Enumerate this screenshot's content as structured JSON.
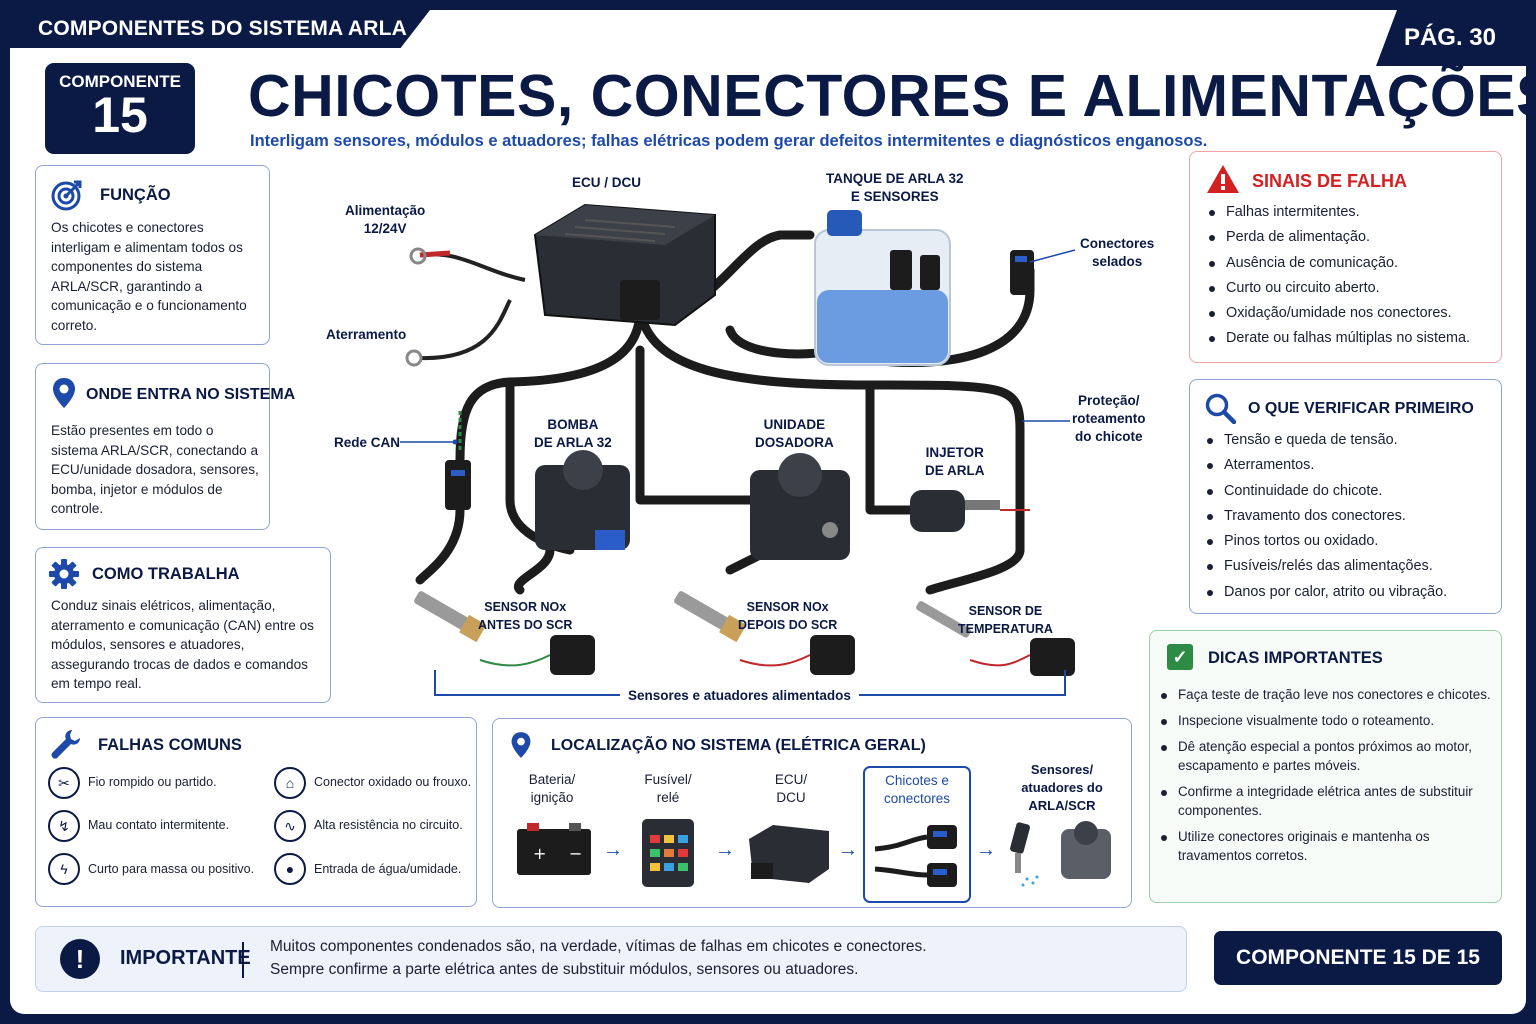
{
  "header": {
    "section_tab": "COMPONENTES DO SISTEMA ARLA",
    "page_tab": "PÁG. 30",
    "component_label": "COMPONENTE",
    "component_number": "15",
    "title": "CHICOTES, CONECTORES E ALIMENTAÇÕES",
    "subtitle": "Interligam sensores, módulos e atuadores; falhas elétricas podem gerar defeitos intermitentes e diagnósticos enganosos."
  },
  "funcao": {
    "title": "FUNÇÃO",
    "text": "Os chicotes e conectores interligam e alimentam todos os componentes do sistema ARLA/SCR, garantindo a comunicação e o funcionamento correto."
  },
  "onde": {
    "title": "ONDE ENTRA NO SISTEMA",
    "text": "Estão presentes em todo o sistema ARLA/SCR, conectando a ECU/unidade dosadora, sensores, bomba, injetor e módulos de controle."
  },
  "como": {
    "title": "COMO TRABALHA",
    "text": "Conduz sinais elétricos, alimentação, aterramento e comunicação (CAN) entre os módulos, sensores e atuadores, assegurando trocas de dados e comandos em tempo real."
  },
  "diagram": {
    "labels": {
      "alimentacao": "Alimentação\n12/24V",
      "ecu": "ECU / DCU",
      "tanque": "TANQUE DE ARLA 32\nE SENSORES",
      "conectores": "Conectores\nselados",
      "aterramento": "Aterramento",
      "protecao": "Proteção/\nroteamento\ndo chicote",
      "rede_can": "Rede CAN",
      "bomba": "BOMBA\nDE ARLA 32",
      "unidade": "UNIDADE\nDOSADORA",
      "injetor": "INJETOR\nDE ARLA",
      "nox_antes": "SENSOR NOx\nANTES DO SCR",
      "nox_depois": "SENSOR NOx\nDEPOIS DO SCR",
      "temperatura": "SENSOR DE\nTEMPERATURA",
      "sensores": "Sensores e atuadores alimentados"
    }
  },
  "sinais": {
    "title": "SINAIS DE FALHA",
    "items": [
      "Falhas intermitentes.",
      "Perda de alimentação.",
      "Ausência de comunicação.",
      "Curto ou circuito aberto.",
      "Oxidação/umidade nos conectores.",
      "Derate ou falhas múltiplas no sistema."
    ]
  },
  "verificar": {
    "title": "O QUE VERIFICAR PRIMEIRO",
    "items": [
      "Tensão e queda de tensão.",
      "Aterramentos.",
      "Continuidade do chicote.",
      "Travamento dos conectores.",
      "Pinos tortos ou oxidado.",
      "Fusíveis/relés das alimentações.",
      "Danos por calor, atrito ou vibração."
    ]
  },
  "dicas": {
    "title": "DICAS IMPORTANTES",
    "items": [
      "Faça teste de tração leve nos conectores e chicotes.",
      "Inspecione visualmente todo o roteamento.",
      "Dê atenção especial a pontos próximos ao motor, escapamento e partes móveis.",
      "Confirme a integridade elétrica antes de substituir componentes.",
      "Utilize conectores originais e mantenha os travamentos corretos."
    ]
  },
  "falhas": {
    "title": "FALHAS COMUNS",
    "items": [
      "Fio rompido ou partido.",
      "Conector oxidado ou frouxo.",
      "Mau contato intermitente.",
      "Alta resistência no circuito.",
      "Curto para massa ou positivo.",
      "Entrada de água/umidade."
    ]
  },
  "localizacao": {
    "title": "LOCALIZAÇÃO NO SISTEMA (ELÉTRICA GERAL)",
    "steps": [
      "Bateria/\nignição",
      "Fusível/\nrelé",
      "ECU/\nDCU",
      "Chicotes e\nconectores",
      "Sensores/\natuadores do\nARLA/SCR"
    ]
  },
  "importante": {
    "title": "IMPORTANTE",
    "line1": "Muitos componentes condenados são, na verdade, vítimas de falhas em chicotes e conectores.",
    "line2": "Sempre confirme a parte elétrica antes de substituir módulos, sensores ou atuadores."
  },
  "footer": {
    "badge": "COMPONENTE 15 DE 15"
  },
  "colors": {
    "navy": "#0b1a45",
    "accent_blue": "#1d4aa8",
    "danger": "#d32020",
    "success": "#2e8b45"
  }
}
